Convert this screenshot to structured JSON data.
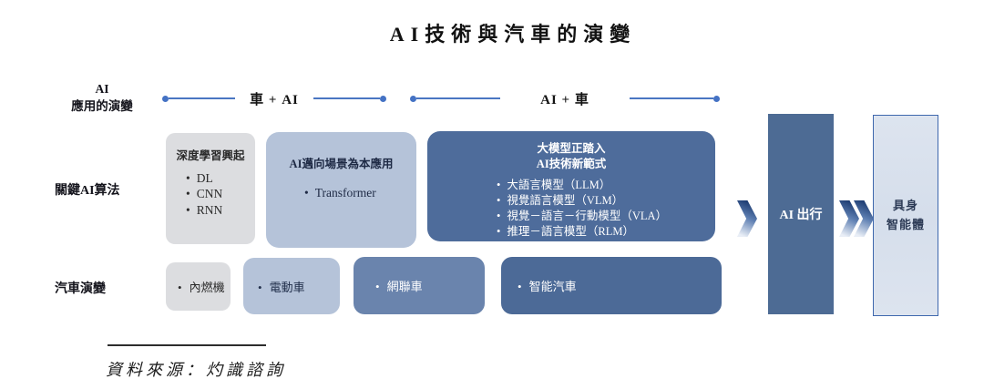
{
  "title": "AI技術與汽車的演變",
  "row_labels": {
    "ai_applications_line1": "AI",
    "ai_applications_line2": "應用的演變",
    "key_algorithms": "關鍵AI算法",
    "vehicle_evolution": "汽車演變"
  },
  "timeline": {
    "car_plus_ai": "車 + AI",
    "ai_plus_car": "AI + 車"
  },
  "algorithm_boxes": {
    "deep_learning": {
      "title": "深度學習興起",
      "items": [
        "DL",
        "CNN",
        "RNN"
      ]
    },
    "scene_based": {
      "title": "AI邁向場景為本應用",
      "items": [
        "Transformer"
      ]
    },
    "large_models": {
      "title_line1": "大模型正踏入",
      "title_line2": "AI技術新範式",
      "items": [
        "大語言模型（LLM）",
        "視覺語言模型（VLM）",
        "視覺－語言－行動模型（VLA）",
        "推理－語言模型（RLM）"
      ]
    }
  },
  "vehicle_boxes": {
    "ice": "內燃機",
    "ev": "電動車",
    "connected": "網聯車",
    "smart": "智能汽車"
  },
  "outcome": {
    "ai_mobility": "AI 出行",
    "embodied_line1": "具身",
    "embodied_line2": "智能體"
  },
  "source": "資料來源：灼識諮詢",
  "colors": {
    "timeline_blue": "#4472c4",
    "gray_box": "#dcdde0",
    "light_blue_box": "#b5c3d9",
    "medium_blue_box": "#6a84ad",
    "dark_blue_box": "#4e6c9b",
    "outcome_box": "#4d6b94",
    "embodied_fill": "#d8e0ec"
  }
}
